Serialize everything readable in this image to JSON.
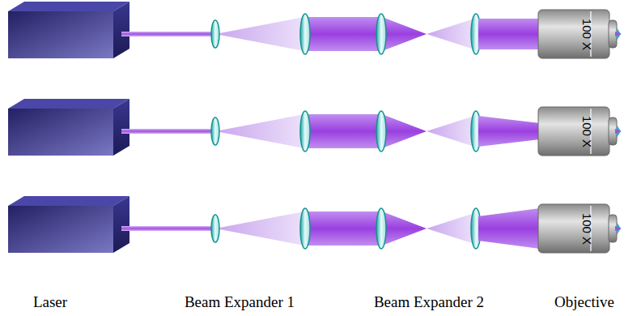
{
  "diagram": {
    "nodes": [
      {
        "text": [
          "100 X"
        ]
      },
      {
        "text": [
          "100 X"
        ]
      },
      {
        "text": [
          "100 X"
        ]
      }
    ],
    "labels": [
      "Laser",
      "Beam Expander 1",
      "Beam Expander 2",
      "Objective"
    ]
  }
}
